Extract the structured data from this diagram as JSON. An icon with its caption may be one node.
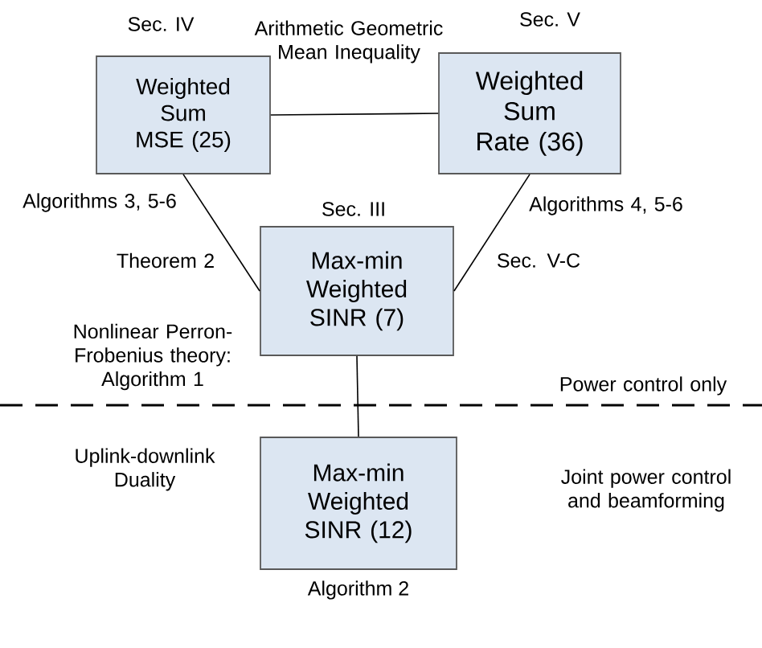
{
  "diagram": {
    "nodes": [
      {
        "text": [
          "Weighted Sum MSE (25)"
        ],
        "beside": [
          "Sec. IV"
        ]
      },
      {
        "text": [
          "Weighted Sum Rate (36)"
        ],
        "beside": [
          "Sec. V"
        ]
      },
      {
        "text": [
          "Max-min Weighted SINR (7)"
        ],
        "beside": [
          "Sec. III"
        ]
      },
      {
        "text": [
          "Max-min Weighted SINR (12)"
        ],
        "beside": [
          "Algorithm 2"
        ]
      }
    ],
    "edges": [
      {
        "from": 0,
        "to": 1,
        "arrow": "none",
        "label": "Arithmetic Geometric Mean Inequality"
      },
      {
        "from": 0,
        "to": 2,
        "arrow": "none",
        "label": "Algorithms 3, 5-6"
      },
      {
        "from": 1,
        "to": 2,
        "arrow": "none",
        "label": "Algorithms 4, 5-6"
      },
      {
        "from": 2,
        "to": 3,
        "arrow": "none"
      }
    ],
    "labels": [
      "Theorem 2",
      "Sec. V-C",
      "Nonlinear Perron-Frobenius theory: Algorithm 1",
      "Power control only",
      "Uplink-downlink Duality",
      "Joint power control and beamforming"
    ]
  }
}
